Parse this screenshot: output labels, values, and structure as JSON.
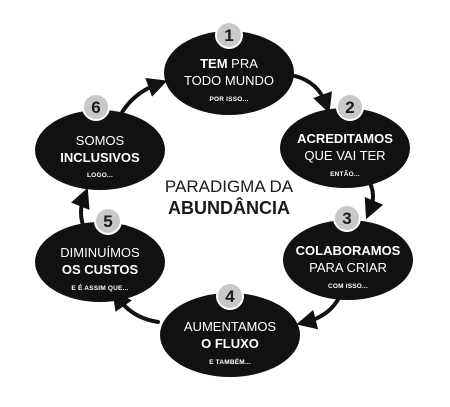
{
  "diagram": {
    "center_title": {
      "line1": "PARADIGMA DA",
      "line2": "ABUNDÂNCIA"
    },
    "steps": [
      {
        "number": "1",
        "line1_bold": "TEM",
        "line1_regular": " PRA",
        "line2_bold": "",
        "line2_regular": "TODO MUNDO",
        "connector": "POR ISSO..."
      },
      {
        "number": "2",
        "line1_bold": "ACREDITAMOS",
        "line1_regular": "",
        "line2_bold": "",
        "line2_regular": "QUE VAI TER",
        "connector": "ENTÃO..."
      },
      {
        "number": "3",
        "line1_bold": "COLABORAMOS",
        "line1_regular": "",
        "line2_bold": "",
        "line2_regular": "PARA CRIAR",
        "connector": "COM ISSO..."
      },
      {
        "number": "4",
        "line1_bold": "",
        "line1_regular": "AUMENTAMOS",
        "line2_bold": "O FLUXO",
        "line2_regular": "",
        "connector": "E TAMBÉM..."
      },
      {
        "number": "5",
        "line1_bold": "",
        "line1_regular": "DIMINUÍMOS",
        "line2_bold": "OS CUSTOS",
        "line2_regular": "",
        "connector": "E É ASSIM QUE..."
      },
      {
        "number": "6",
        "line1_bold": "",
        "line1_regular": "SOMOS",
        "line2_bold": "INCLUSIVOS",
        "line2_regular": "",
        "connector": "LOGO..."
      }
    ]
  },
  "colors": {
    "node_fill": "#111111",
    "badge_fill": "#c8c8c8",
    "arrow_stroke": "#111111",
    "text_on_node": "#ffffff",
    "center_text": "#1a1a1a"
  }
}
